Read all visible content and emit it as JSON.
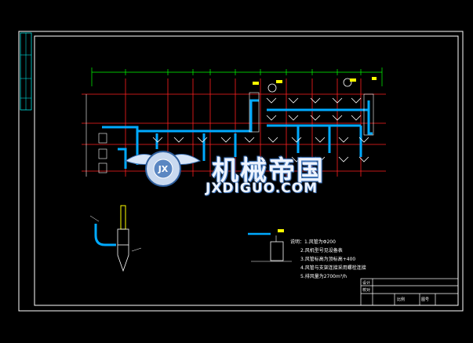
{
  "watermark": {
    "logo_letters": "JX",
    "brand_cn": "机械帝国",
    "brand_en": "JXDIGUO.COM"
  },
  "notes": {
    "lines": [
      "说明：1.风管为Φ200",
      "2.风机型号见设备表",
      "3.风管标高为顶标高+400",
      "4.风管与支架连接采用螺栓连接",
      "5.排风量为2700m³/h"
    ]
  },
  "title_block": {
    "label1": "设计",
    "label2": "校对",
    "cell_left": "比例",
    "cell_right": "图号"
  },
  "colors": {
    "background": "#000000",
    "frame": "#ffffff",
    "duct": "#00aaff",
    "grid": "#ff2020",
    "dimension": "#00ff00",
    "equipment": "#ffffff",
    "accent": "#ffff00",
    "section": "#00ffff"
  }
}
